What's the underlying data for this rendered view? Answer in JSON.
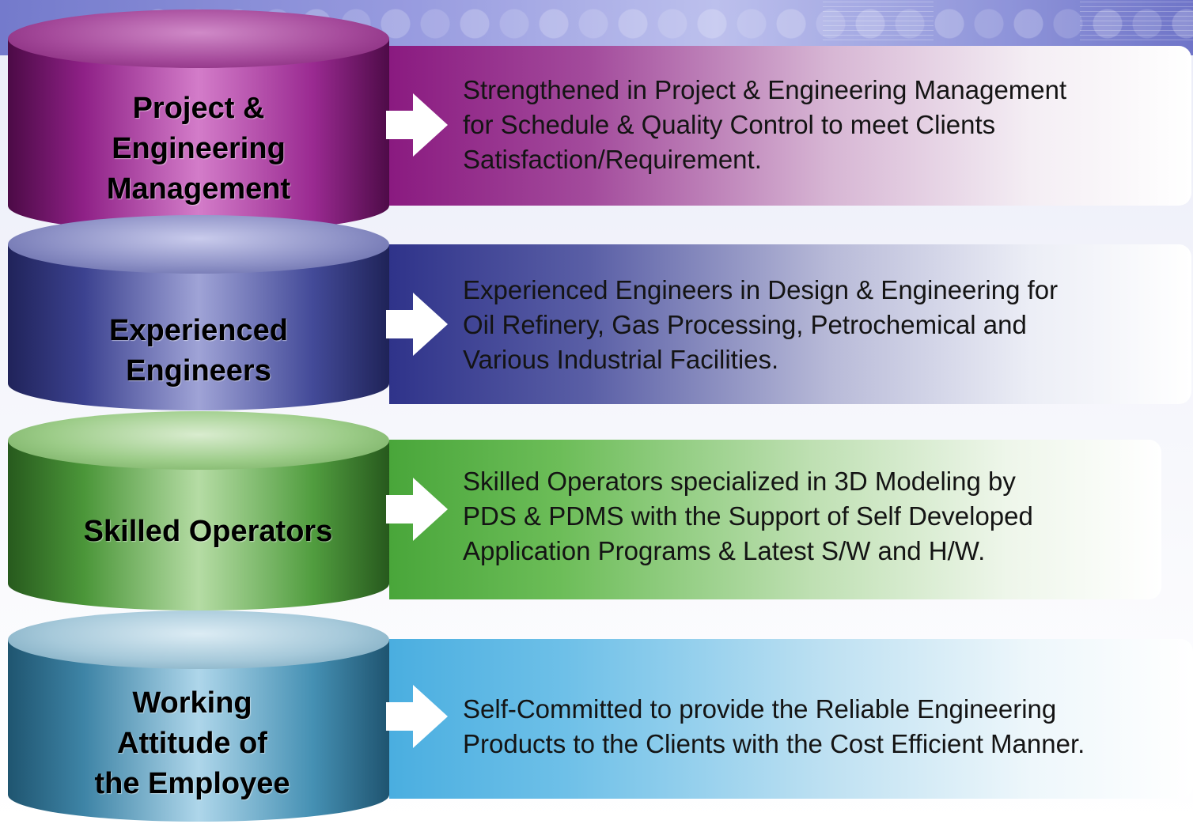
{
  "rows": [
    {
      "label": "Project &\nEngineering\nManagement",
      "description": "Strengthened in Project & Engineering Management\nfor Schedule & Quality Control to meet Clients\nSatisfaction/Requirement.",
      "color": "#8e1f83"
    },
    {
      "label": "Experienced\nEngineers",
      "description": "Experienced Engineers in Design & Engineering for\nOil Refinery, Gas Processing, Petrochemical and\nVarious Industrial Facilities.",
      "color": "#343a8a"
    },
    {
      "label": "Skilled Operators",
      "description": "Skilled Operators specialized  in 3D Modeling by\nPDS & PDMS with the Support of Self Developed\nApplication Programs & Latest S/W and H/W.",
      "color": "#4c9a3c"
    },
    {
      "label": "Working\nAttitude of\nthe Employee",
      "description": "Self-Committed to provide the Reliable Engineering\nProducts to the Clients with the Cost Efficient  Manner.",
      "color": "#3a8fb8"
    }
  ]
}
